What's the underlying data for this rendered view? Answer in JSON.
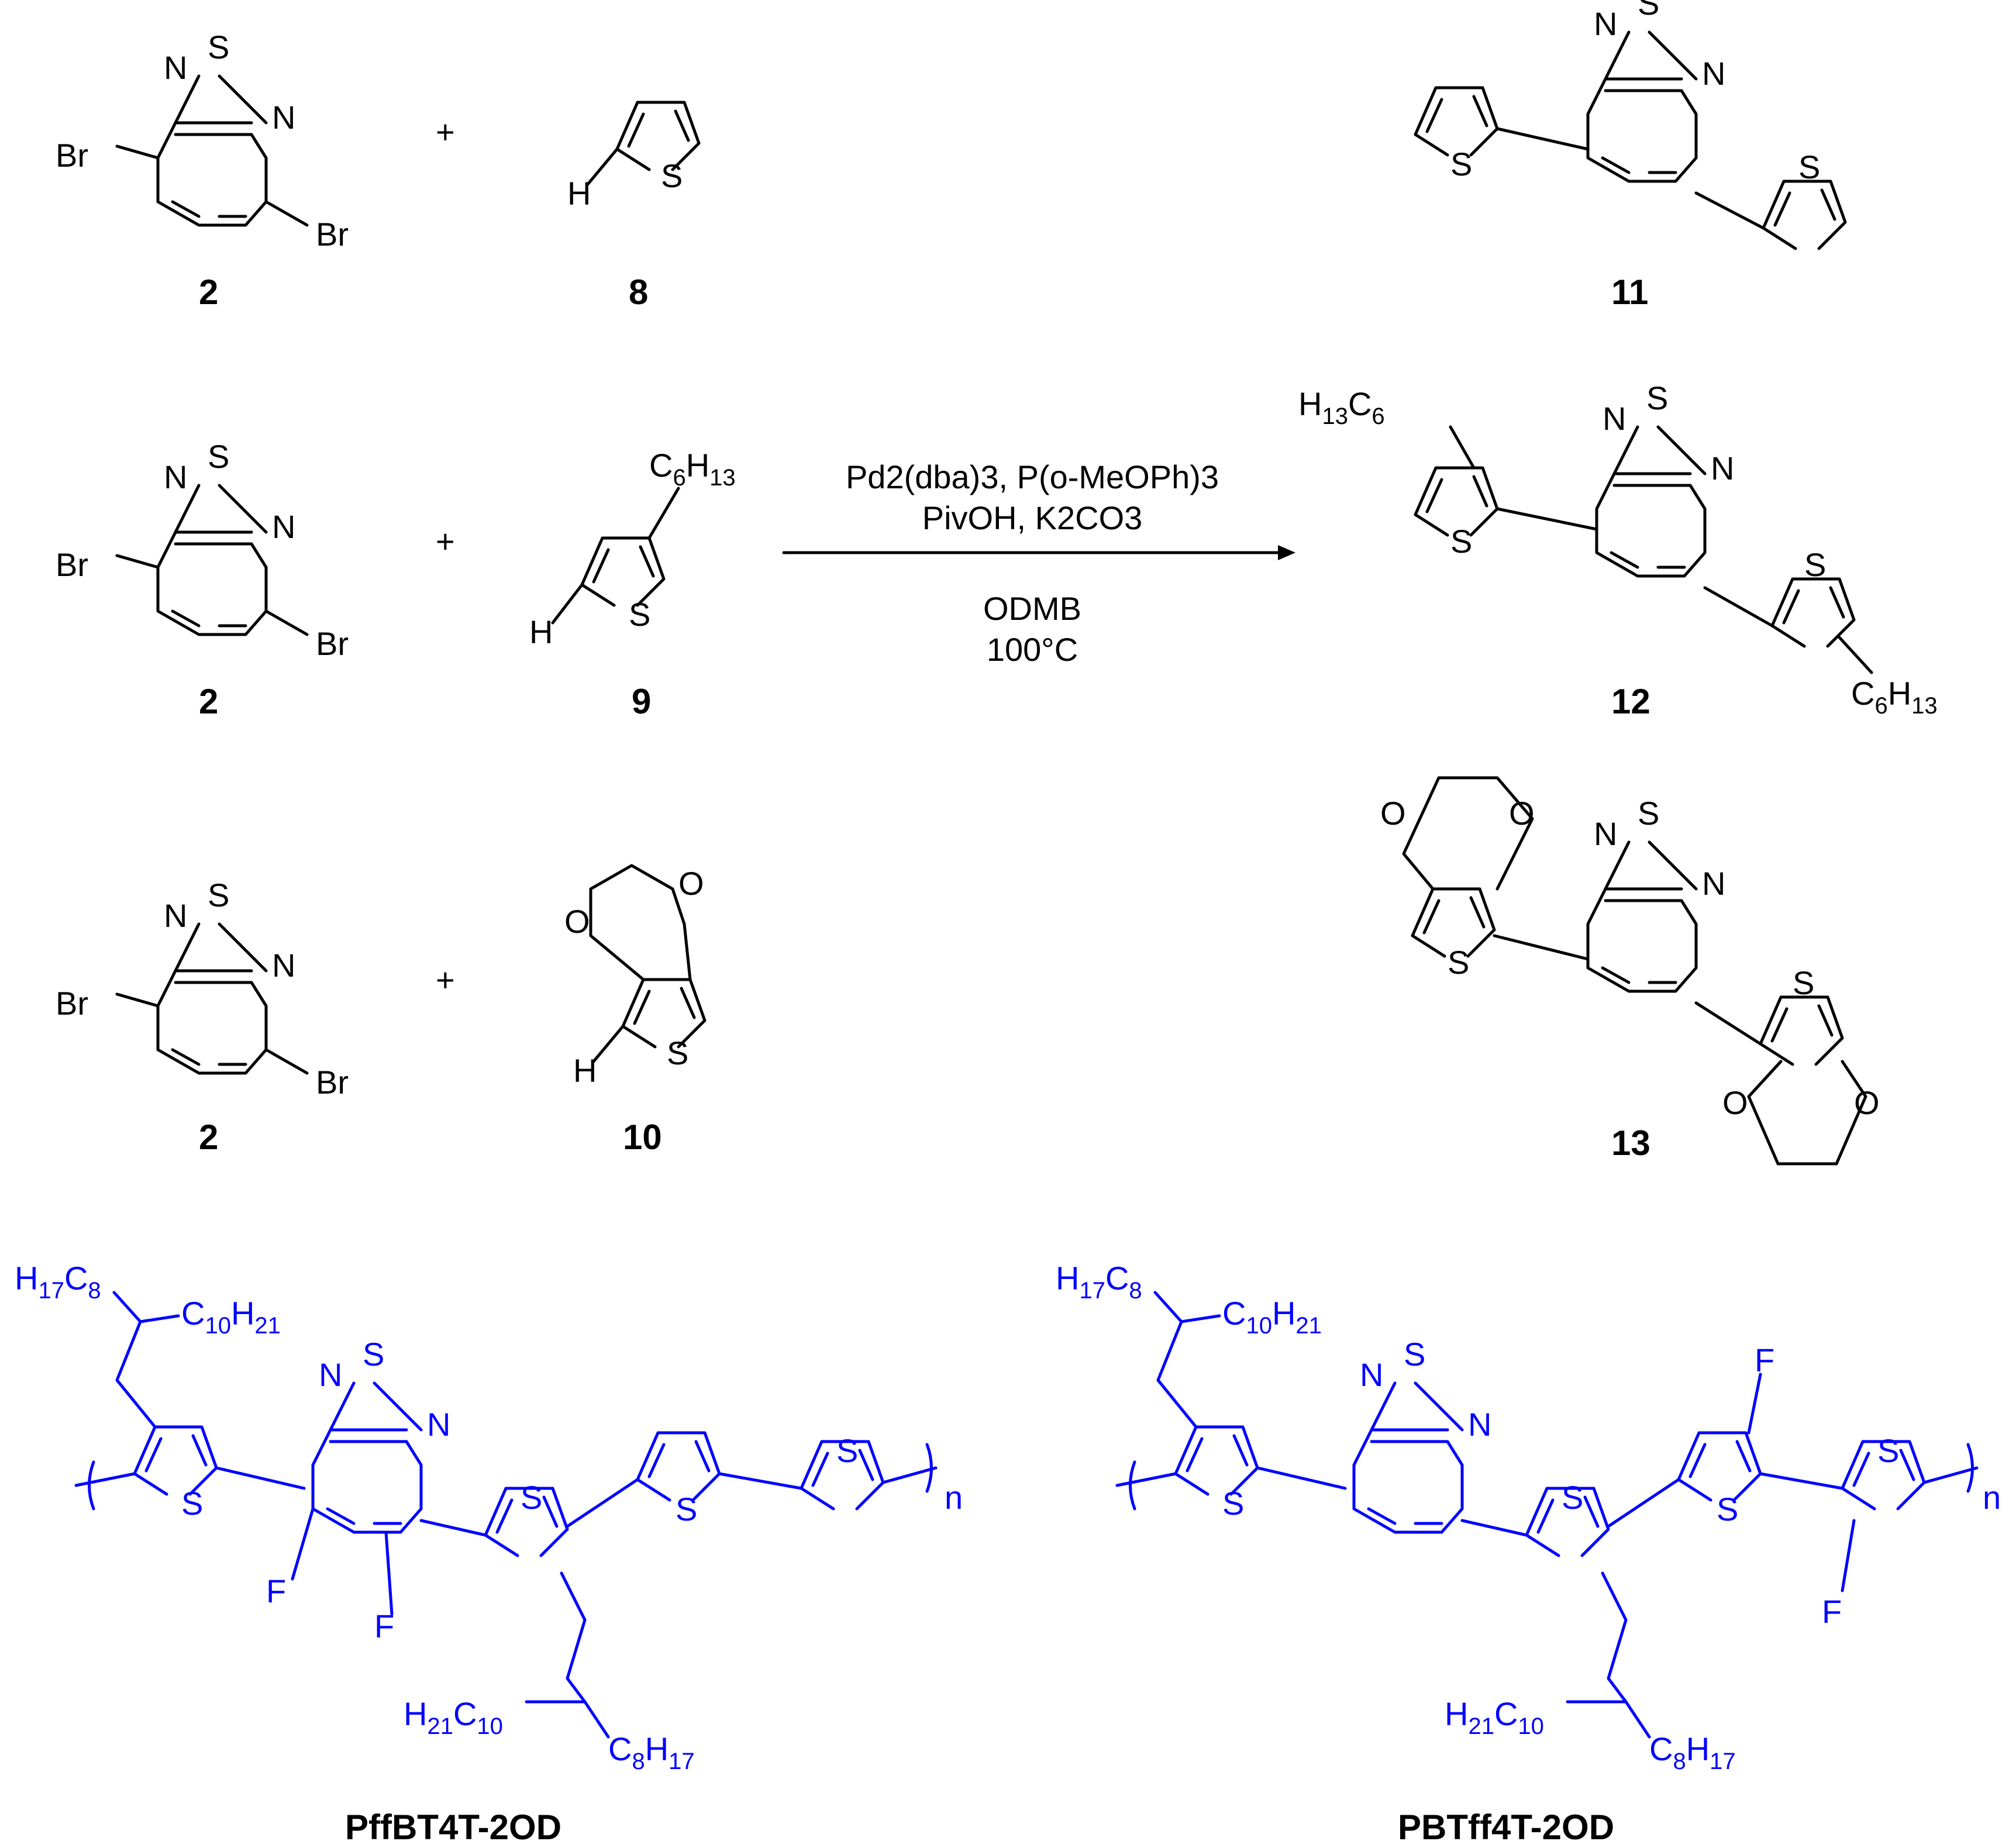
{
  "reactant_label": "2",
  "plus": "+",
  "atoms": {
    "N": "N",
    "S": "S",
    "Br": "Br",
    "H": "H",
    "O": "O",
    "F": "F",
    "n": "n"
  },
  "compounds": {
    "c8": "8",
    "c9": "9",
    "c10": "10",
    "c11": "11",
    "c12": "12",
    "c13": "13"
  },
  "chains": {
    "c6": "C",
    "c6_sub": "6",
    "h13": "H",
    "h13_sub": "13"
  },
  "conditions": {
    "reagents_line1": "Pd2(dba)3, P(o-MeOPh)3",
    "reagents_line2": "PivOH, K2CO3",
    "solvent": "ODMB",
    "temperature": "100°C"
  },
  "polymers": {
    "left_name": "PffBT4T-2OD",
    "right_name": "PBTff4T-2OD",
    "color": "#0000ff"
  }
}
